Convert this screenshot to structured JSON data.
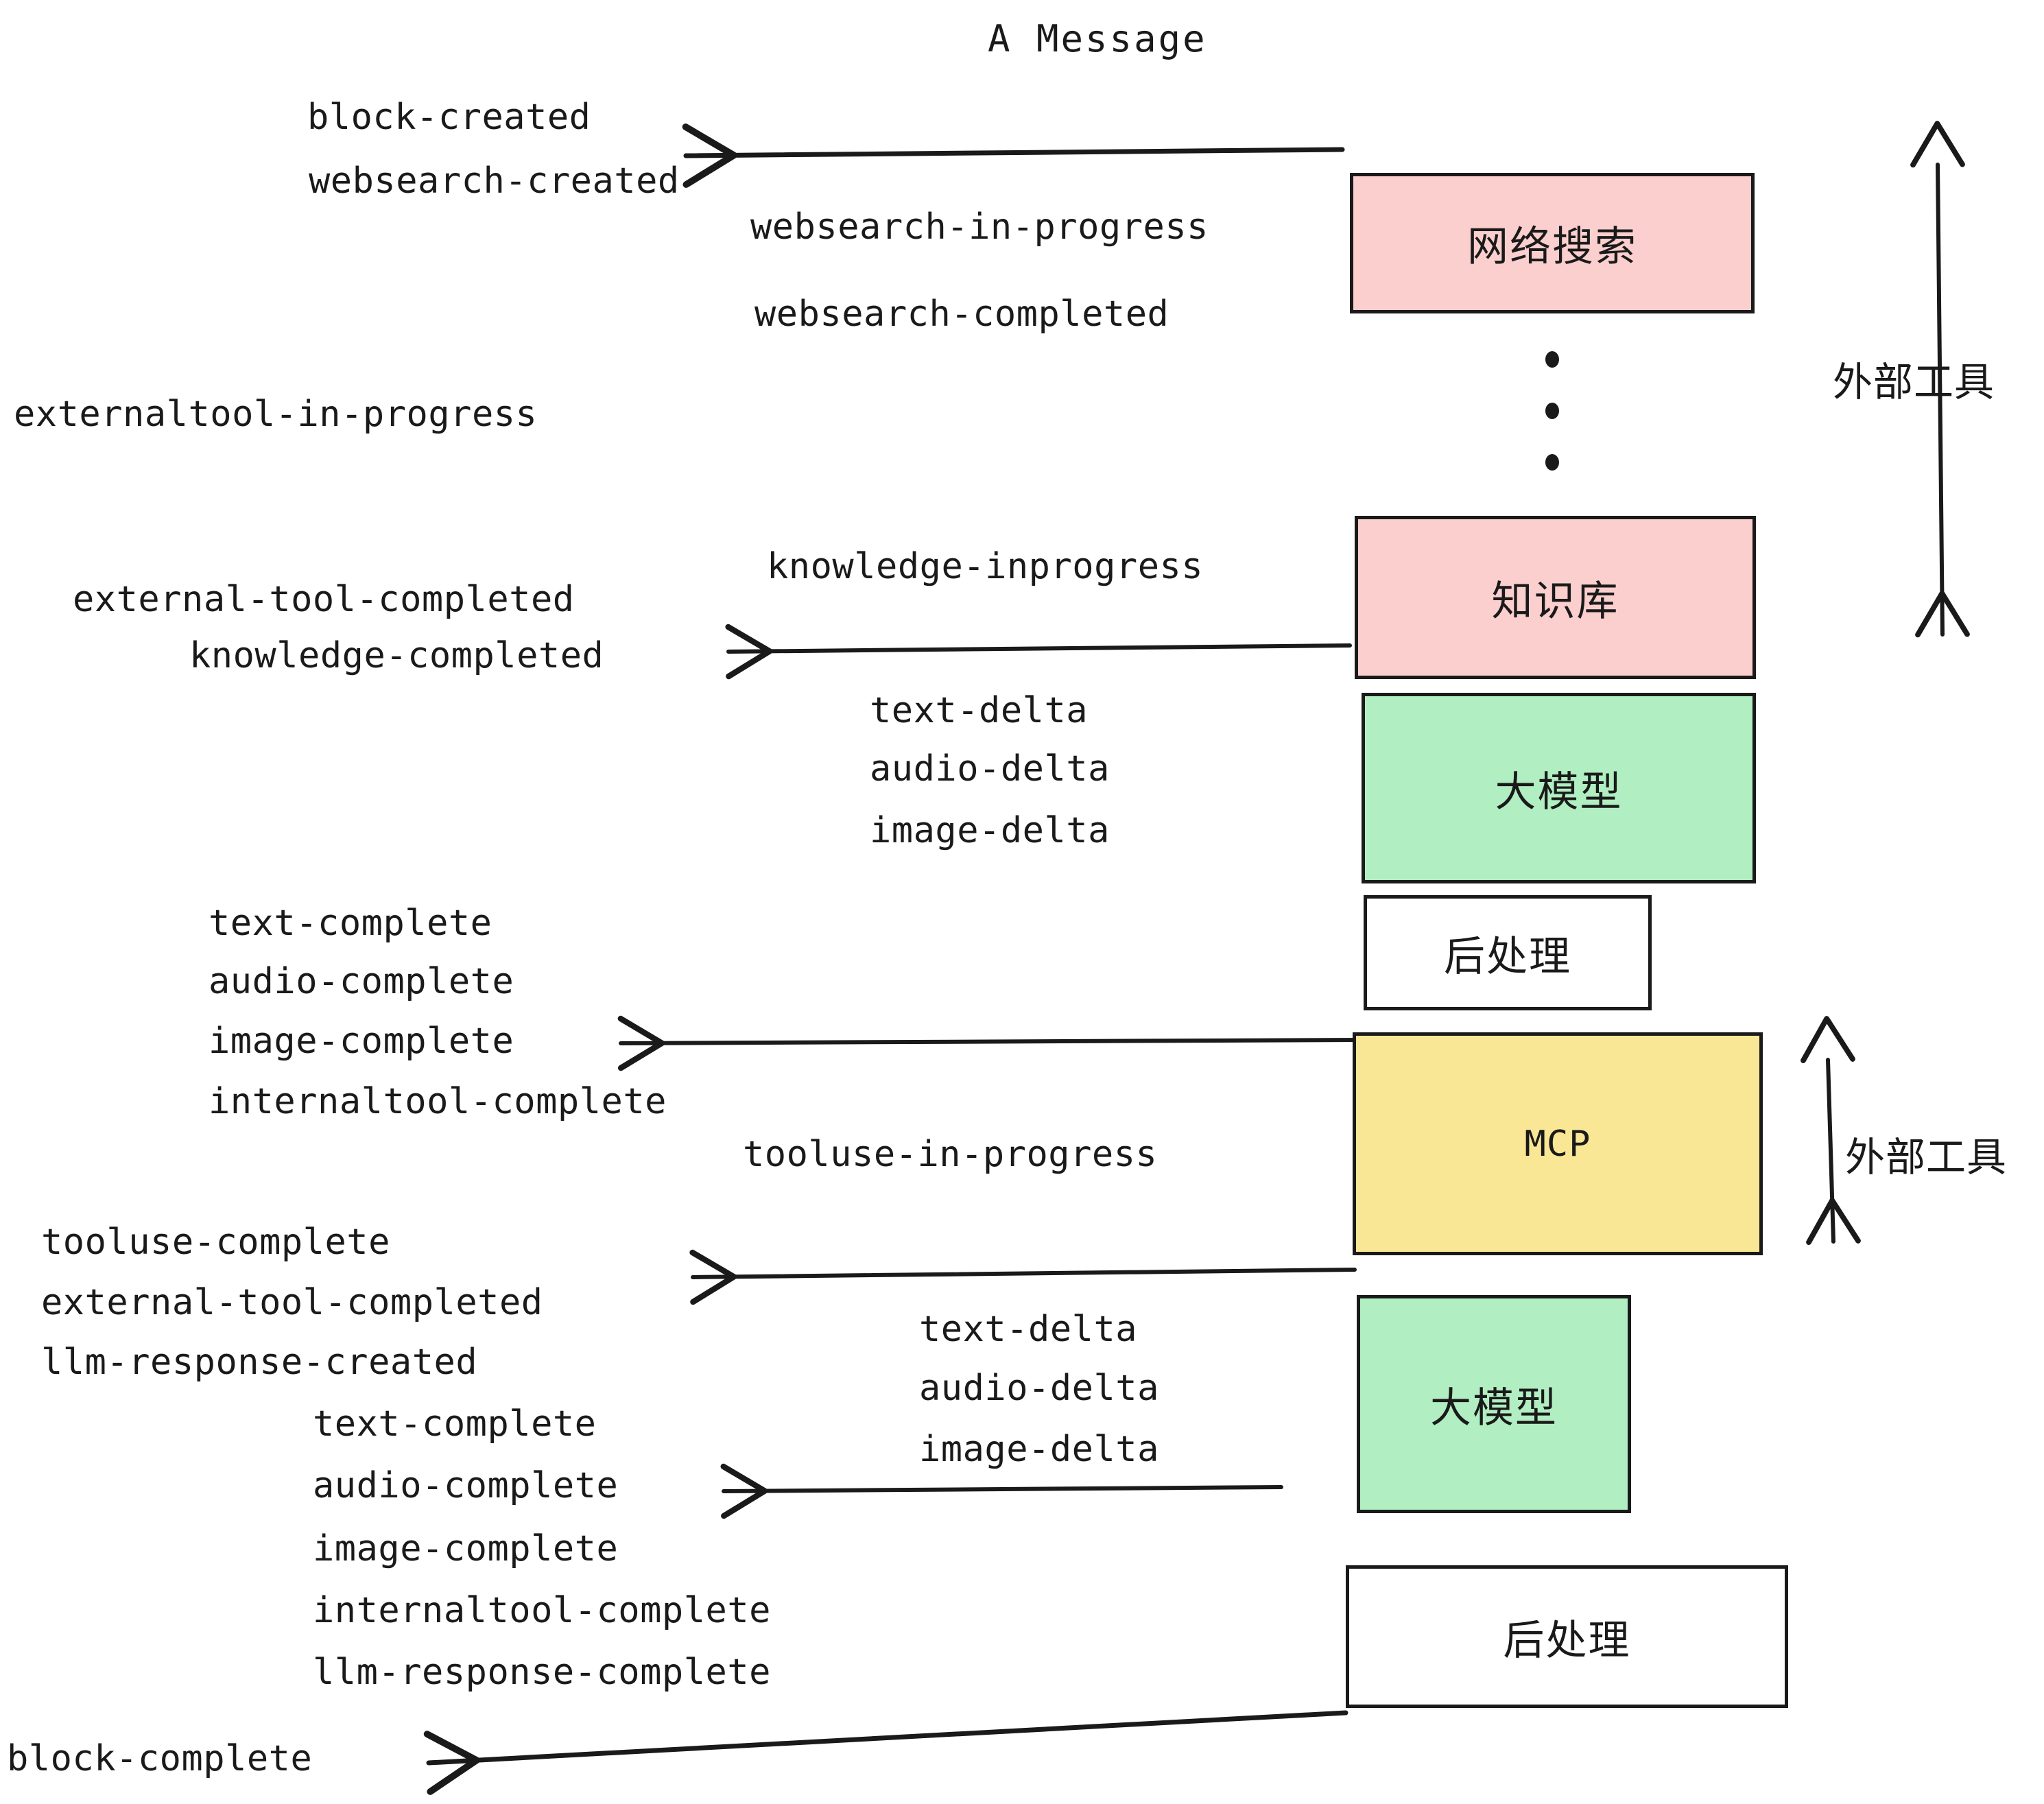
{
  "title": "A Message",
  "colors": {
    "pink": "#fccfcf",
    "green": "#b1eec2",
    "yellow": "#fae796",
    "white": "#ffffff",
    "stroke": "#1a1a1a",
    "background": "#ffffff"
  },
  "nodes": [
    {
      "id": "websearch",
      "label": "网络搜索",
      "fill": "pink"
    },
    {
      "id": "knowledge",
      "label": "知识库",
      "fill": "pink"
    },
    {
      "id": "llm-1",
      "label": "大模型",
      "fill": "green"
    },
    {
      "id": "postprocess-1",
      "label": "后处理",
      "fill": "white"
    },
    {
      "id": "mcp",
      "label": "MCP",
      "fill": "yellow"
    },
    {
      "id": "llm-2",
      "label": "大模型",
      "fill": "green"
    },
    {
      "id": "postprocess-2",
      "label": "后处理",
      "fill": "white"
    }
  ],
  "side_annotations": [
    {
      "id": "external-tool-top",
      "label": "外部工具"
    },
    {
      "id": "external-tool-bottom",
      "label": "外部工具"
    }
  ],
  "events": {
    "block_created": "block-created",
    "websearch_created": "websearch-created",
    "websearch_in_progress": "websearch-in-progress",
    "websearch_completed": "websearch-completed",
    "externaltool_in_progress": "externaltool-in-progress",
    "knowledge_inprogress": "knowledge-inprogress",
    "external_tool_completed_1": "external-tool-completed",
    "knowledge_completed": "knowledge-completed",
    "text_delta_1": "text-delta",
    "audio_delta_1": "audio-delta",
    "image_delta_1": "image-delta",
    "text_complete_1": "text-complete",
    "audio_complete_1": "audio-complete",
    "image_complete_1": "image-complete",
    "internaltool_complete_1": "internaltool-complete",
    "tooluse_in_progress": "tooluse-in-progress",
    "tooluse_complete": "tooluse-complete",
    "external_tool_completed_2": "external-tool-completed",
    "llm_response_created": "llm-response-created",
    "text_delta_2": "text-delta",
    "audio_delta_2": "audio-delta",
    "image_delta_2": "image-delta",
    "text_complete_2": "text-complete",
    "audio_complete_2": "audio-complete",
    "image_complete_2": "image-complete",
    "internaltool_complete_2": "internaltool-complete",
    "llm_response_complete": "llm-response-complete",
    "block_complete": "block-complete"
  }
}
